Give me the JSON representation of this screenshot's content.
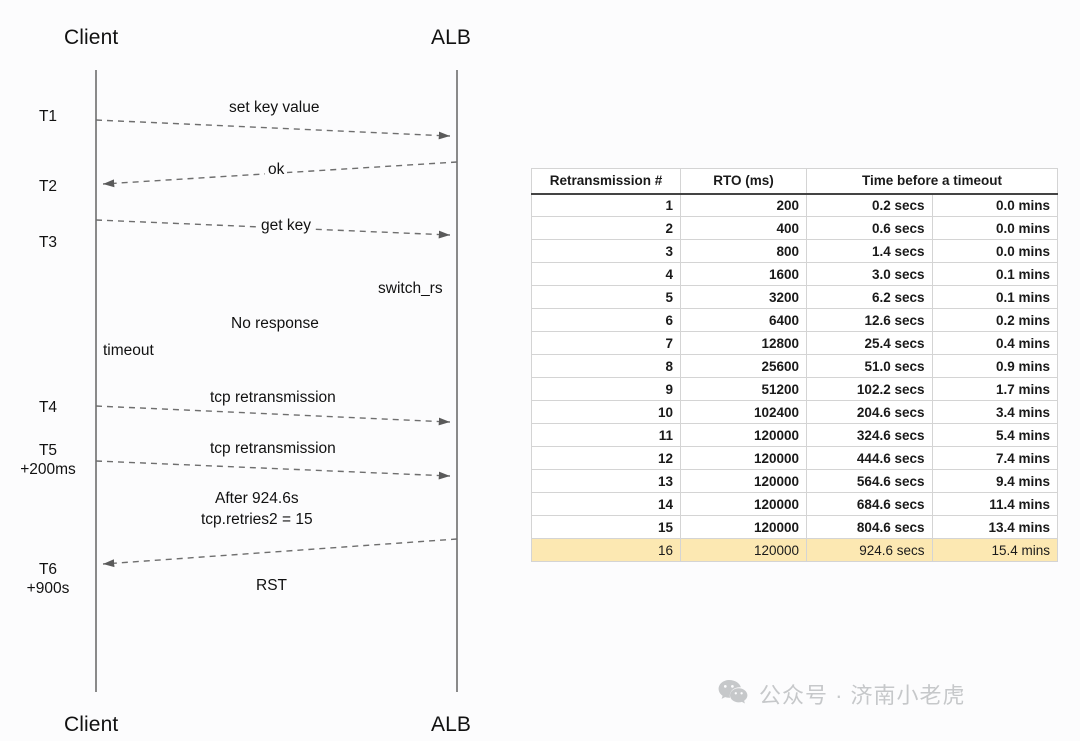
{
  "diagram": {
    "actors": {
      "left": "Client",
      "right": "ALB"
    },
    "timepoints": [
      {
        "id": "T1",
        "label": "T1"
      },
      {
        "id": "T2",
        "label": "T2"
      },
      {
        "id": "T3",
        "label": "T3"
      },
      {
        "id": "T4",
        "label": "T4"
      },
      {
        "id": "T5",
        "label": "T5\n+200ms"
      },
      {
        "id": "T6",
        "label": "T6\n+900s"
      }
    ],
    "time_labels": {
      "t1": "T1",
      "t2": "T2",
      "t3": "T3",
      "t4": "T4",
      "t5_line1": "T5",
      "t5_line2": "+200ms",
      "t6_line1": "T6",
      "t6_line2": "+900s"
    },
    "messages": {
      "set_key_value": "set key value",
      "ok": "ok",
      "get_key": "get key",
      "switch_rs": "switch_rs",
      "no_response": "No response",
      "timeout": "timeout",
      "tcp_retransmission_1": "tcp retransmission",
      "tcp_retransmission_2": "tcp retransmission",
      "after_line1": "After 924.6s",
      "after_line2": "tcp.retries2 = 15",
      "rst": "RST"
    }
  },
  "table": {
    "columns": [
      "Retransmission #",
      "RTO (ms)",
      "Time before a timeout"
    ],
    "highlight_color": "#fce8b2",
    "highlight_row_index": 15,
    "rows": [
      {
        "n": "1",
        "rto": "200",
        "secs": "0.2 secs",
        "mins": "0.0 mins"
      },
      {
        "n": "2",
        "rto": "400",
        "secs": "0.6 secs",
        "mins": "0.0 mins"
      },
      {
        "n": "3",
        "rto": "800",
        "secs": "1.4 secs",
        "mins": "0.0 mins"
      },
      {
        "n": "4",
        "rto": "1600",
        "secs": "3.0 secs",
        "mins": "0.1 mins"
      },
      {
        "n": "5",
        "rto": "3200",
        "secs": "6.2 secs",
        "mins": "0.1 mins"
      },
      {
        "n": "6",
        "rto": "6400",
        "secs": "12.6 secs",
        "mins": "0.2 mins"
      },
      {
        "n": "7",
        "rto": "12800",
        "secs": "25.4 secs",
        "mins": "0.4 mins"
      },
      {
        "n": "8",
        "rto": "25600",
        "secs": "51.0 secs",
        "mins": "0.9 mins"
      },
      {
        "n": "9",
        "rto": "51200",
        "secs": "102.2 secs",
        "mins": "1.7 mins"
      },
      {
        "n": "10",
        "rto": "102400",
        "secs": "204.6 secs",
        "mins": "3.4 mins"
      },
      {
        "n": "11",
        "rto": "120000",
        "secs": "324.6 secs",
        "mins": "5.4 mins"
      },
      {
        "n": "12",
        "rto": "120000",
        "secs": "444.6 secs",
        "mins": "7.4 mins"
      },
      {
        "n": "13",
        "rto": "120000",
        "secs": "564.6 secs",
        "mins": "9.4 mins"
      },
      {
        "n": "14",
        "rto": "120000",
        "secs": "684.6 secs",
        "mins": "11.4 mins"
      },
      {
        "n": "15",
        "rto": "120000",
        "secs": "804.6 secs",
        "mins": "13.4 mins"
      },
      {
        "n": "16",
        "rto": "120000",
        "secs": "924.6 secs",
        "mins": "15.4 mins"
      }
    ]
  },
  "watermark": {
    "icon": "wechat-icon",
    "text": "公众号 · 济南小老虎"
  }
}
